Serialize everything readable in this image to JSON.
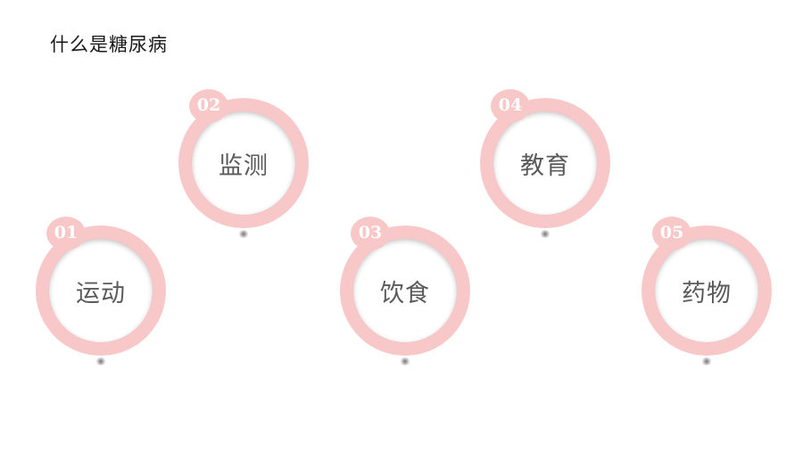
{
  "title": "什么是糖尿病",
  "items": [
    {
      "number": "01",
      "label": "运动"
    },
    {
      "number": "02",
      "label": "监测"
    },
    {
      "number": "03",
      "label": "饮食"
    },
    {
      "number": "04",
      "label": "教育"
    },
    {
      "number": "05",
      "label": "药物"
    }
  ],
  "colors": {
    "ring": "#f8c8c9",
    "label_text": "#5a5a5a",
    "title_text": "#1a1a1a"
  }
}
